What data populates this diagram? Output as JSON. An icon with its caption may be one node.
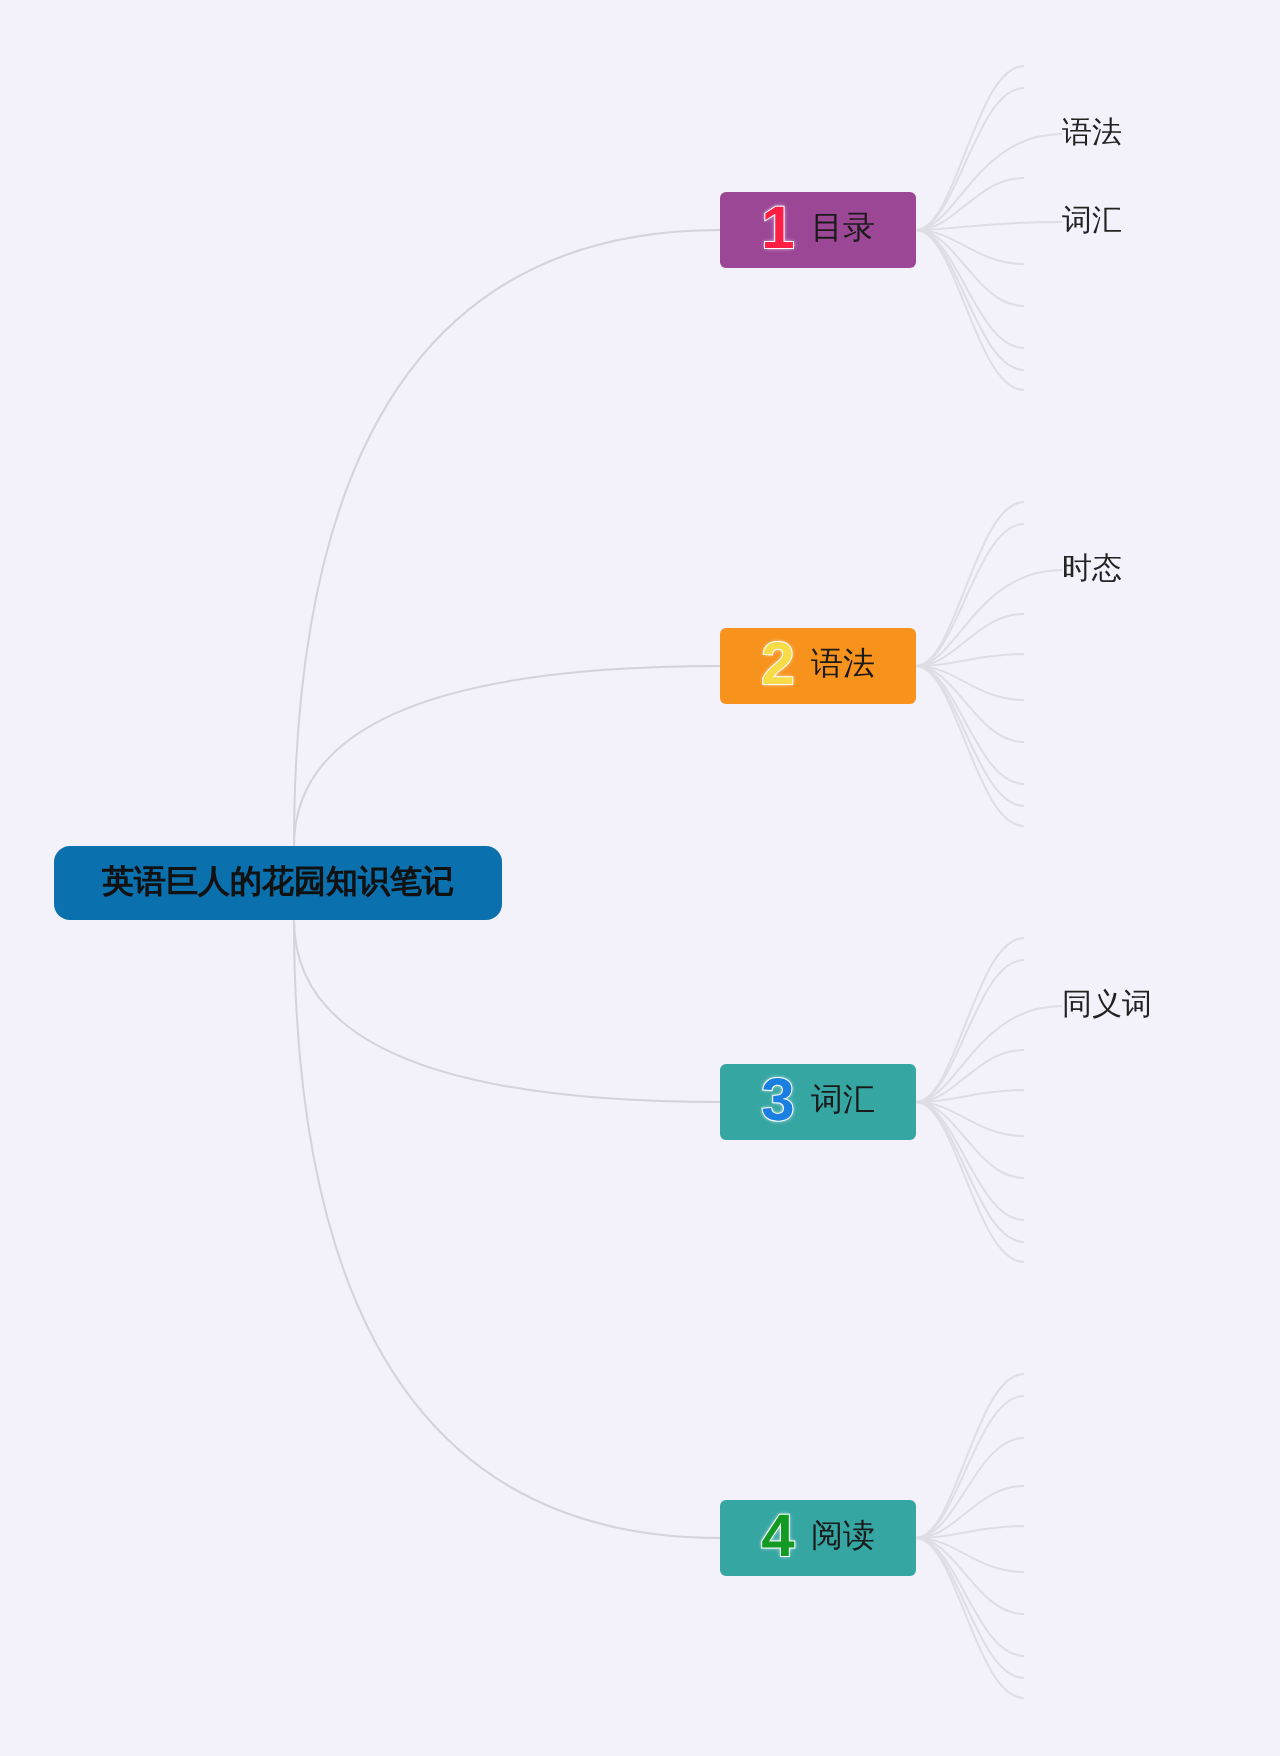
{
  "diagram": {
    "nodes": [
      {
        "text": [
          "英语巨人的花园知识笔记"
        ]
      },
      {
        "text": [
          "1",
          "目录"
        ]
      },
      {
        "text": [
          "语法"
        ]
      },
      {
        "text": [
          "词汇"
        ]
      },
      {
        "text": [
          "2",
          "语法"
        ]
      },
      {
        "text": [
          "时态"
        ]
      },
      {
        "text": [
          "3",
          "词汇"
        ]
      },
      {
        "text": [
          "同义词"
        ]
      },
      {
        "text": [
          "4",
          "阅读"
        ]
      }
    ],
    "edges": [
      {
        "from": 0,
        "to": 1,
        "arrow": "none"
      },
      {
        "from": 0,
        "to": 4,
        "arrow": "none"
      },
      {
        "from": 0,
        "to": 6,
        "arrow": "none"
      },
      {
        "from": 0,
        "to": 8,
        "arrow": "none"
      },
      {
        "from": 1,
        "to": null,
        "arrow": "none"
      },
      {
        "from": 1,
        "to": null,
        "arrow": "none"
      },
      {
        "from": 1,
        "to": 2,
        "arrow": "none"
      },
      {
        "from": 1,
        "to": null,
        "arrow": "none"
      },
      {
        "from": 1,
        "to": 3,
        "arrow": "none"
      },
      {
        "from": 1,
        "to": null,
        "arrow": "none"
      },
      {
        "from": 1,
        "to": null,
        "arrow": "none"
      },
      {
        "from": 1,
        "to": null,
        "arrow": "none"
      },
      {
        "from": 1,
        "to": null,
        "arrow": "none"
      },
      {
        "from": 1,
        "to": null,
        "arrow": "none"
      },
      {
        "from": 4,
        "to": null,
        "arrow": "none"
      },
      {
        "from": 4,
        "to": null,
        "arrow": "none"
      },
      {
        "from": 4,
        "to": 5,
        "arrow": "none"
      },
      {
        "from": 4,
        "to": null,
        "arrow": "none"
      },
      {
        "from": 4,
        "to": null,
        "arrow": "none"
      },
      {
        "from": 4,
        "to": null,
        "arrow": "none"
      },
      {
        "from": 4,
        "to": null,
        "arrow": "none"
      },
      {
        "from": 4,
        "to": null,
        "arrow": "none"
      },
      {
        "from": 4,
        "to": null,
        "arrow": "none"
      },
      {
        "from": 4,
        "to": null,
        "arrow": "none"
      },
      {
        "from": 6,
        "to": null,
        "arrow": "none"
      },
      {
        "from": 6,
        "to": null,
        "arrow": "none"
      },
      {
        "from": 6,
        "to": 7,
        "arrow": "none"
      },
      {
        "from": 6,
        "to": null,
        "arrow": "none"
      },
      {
        "from": 6,
        "to": null,
        "arrow": "none"
      },
      {
        "from": 6,
        "to": null,
        "arrow": "none"
      },
      {
        "from": 6,
        "to": null,
        "arrow": "none"
      },
      {
        "from": 6,
        "to": null,
        "arrow": "none"
      },
      {
        "from": 6,
        "to": null,
        "arrow": "none"
      },
      {
        "from": 6,
        "to": null,
        "arrow": "none"
      },
      {
        "from": 8,
        "to": null,
        "arrow": "none"
      },
      {
        "from": 8,
        "to": null,
        "arrow": "none"
      },
      {
        "from": 8,
        "to": null,
        "arrow": "none"
      },
      {
        "from": 8,
        "to": null,
        "arrow": "none"
      },
      {
        "from": 8,
        "to": null,
        "arrow": "none"
      },
      {
        "from": 8,
        "to": null,
        "arrow": "none"
      },
      {
        "from": 8,
        "to": null,
        "arrow": "none"
      },
      {
        "from": 8,
        "to": null,
        "arrow": "none"
      },
      {
        "from": 8,
        "to": null,
        "arrow": "none"
      },
      {
        "from": 8,
        "to": null,
        "arrow": "none"
      }
    ]
  }
}
